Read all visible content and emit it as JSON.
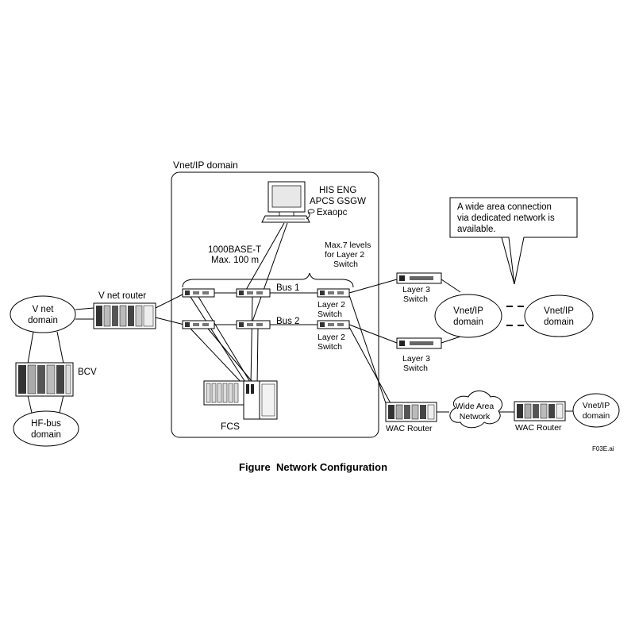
{
  "domain_box": {
    "title": "Vnet/IP domain"
  },
  "his": {
    "lines": [
      "HIS ENG",
      "APCS GSGW",
      "Exaopc"
    ]
  },
  "cable": {
    "lines": [
      "1000BASE-T",
      "Max. 100 m"
    ]
  },
  "max_levels": {
    "lines": [
      "Max.7 levels",
      "for Layer 2",
      "Switch"
    ]
  },
  "buses": {
    "bus1": "Bus 1",
    "bus2": "Bus 2"
  },
  "layer2": {
    "upper": [
      "Layer 2",
      "Switch"
    ],
    "lower": [
      "Layer 2",
      "Switch"
    ]
  },
  "layer3": {
    "upper": [
      "Layer 3",
      "Switch"
    ],
    "lower": [
      "Layer 3",
      "Switch"
    ]
  },
  "vnet_router": {
    "label": "V net router"
  },
  "left_domains": {
    "vnet": [
      "V net",
      "domain"
    ],
    "hfbus": [
      "HF-bus",
      "domain"
    ]
  },
  "bcv": {
    "label": "BCV"
  },
  "fcs": {
    "label": "FCS"
  },
  "vnetip_domains": {
    "middle": [
      "Vnet/IP",
      "domain"
    ],
    "right": [
      "Vnet/IP",
      "domain"
    ],
    "bottom_right": [
      "Vnet/IP",
      "domain"
    ]
  },
  "callout": {
    "lines": [
      "A wide area connection",
      "via dedicated network is",
      "available."
    ]
  },
  "wan": {
    "cloud": [
      "Wide Area",
      "Network"
    ],
    "router_left": "WAC Router",
    "router_right": "WAC Router"
  },
  "file_ref": "F03E.ai",
  "caption": "Figure  Network Configuration"
}
